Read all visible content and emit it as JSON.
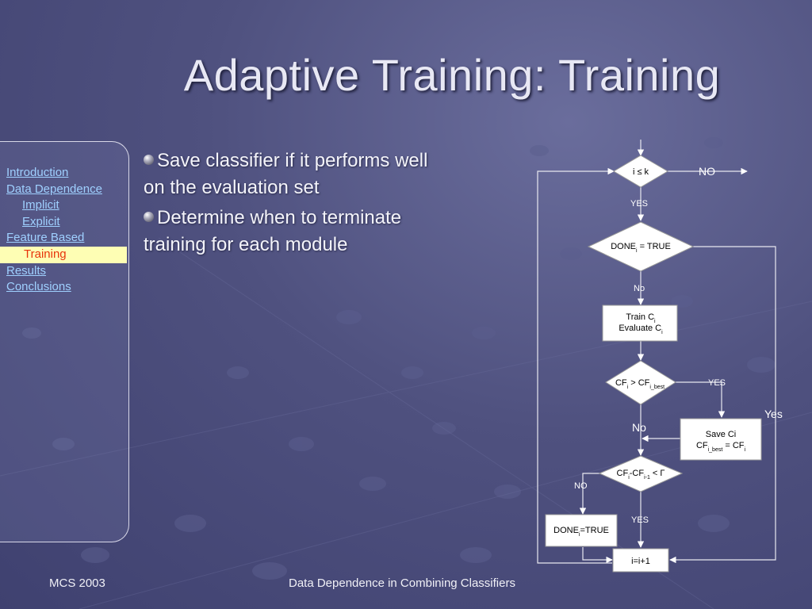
{
  "slide": {
    "title": "Adaptive Training: Training",
    "footer_left": "MCS 2003",
    "footer_center": "Data Dependence in Combining Classifiers"
  },
  "nav": {
    "items": [
      {
        "label": "Introduction",
        "level": 0,
        "active": false
      },
      {
        "label": "Data Dependence",
        "level": 0,
        "active": false
      },
      {
        "label": "Implicit",
        "level": 1,
        "active": false
      },
      {
        "label": "Explicit",
        "level": 1,
        "active": false
      },
      {
        "label": "Feature Based",
        "level": 0,
        "active": false
      },
      {
        "label": "Training",
        "level": 1,
        "active": true
      },
      {
        "label": "Results",
        "level": 0,
        "active": false
      },
      {
        "label": "Conclusions",
        "level": 0,
        "active": false
      }
    ]
  },
  "bullets": [
    "Save classifier if it performs well on the evaluation set",
    "Determine when to terminate training for each module"
  ],
  "flowchart": {
    "cond_loop": "i ≤ k",
    "label_no_exit": "NO",
    "label_yes_1": "YES",
    "cond_done_main": "DONE",
    "cond_done_sub": "i",
    "cond_done_rest": " = TRUE",
    "label_no_1": "No",
    "train_line1_main": "Train C",
    "train_line1_sub": "i",
    "train_line2_main": "Evaluate C",
    "train_line2_sub": "i",
    "cond_best_a": "CF",
    "cond_best_a_sub": "i",
    "cond_best_mid": " > CF",
    "cond_best_b_sub": "i_best",
    "label_yes_2": "YES",
    "label_yes_right": "Yes",
    "label_no_2": "No",
    "save_line1": "Save Ci",
    "save_line2_a": "CF",
    "save_line2_a_sub": "i_best",
    "save_line2_mid": " = CF",
    "save_line2_b_sub": "i",
    "cond_delta_a": "CF",
    "cond_delta_a_sub": "i",
    "cond_delta_mid": "-CF",
    "cond_delta_b_sub": "i-1",
    "cond_delta_rest": " < Γ",
    "label_no_3": "NO",
    "label_yes_3": "YES",
    "done_set_main": "DONE",
    "done_set_sub": "i",
    "done_set_rest": "=TRUE",
    "increment": "i=i+1"
  },
  "colors": {
    "accent_highlight": "#fefeb4",
    "active_text": "#e8340c",
    "link": "#9fd0ff"
  }
}
